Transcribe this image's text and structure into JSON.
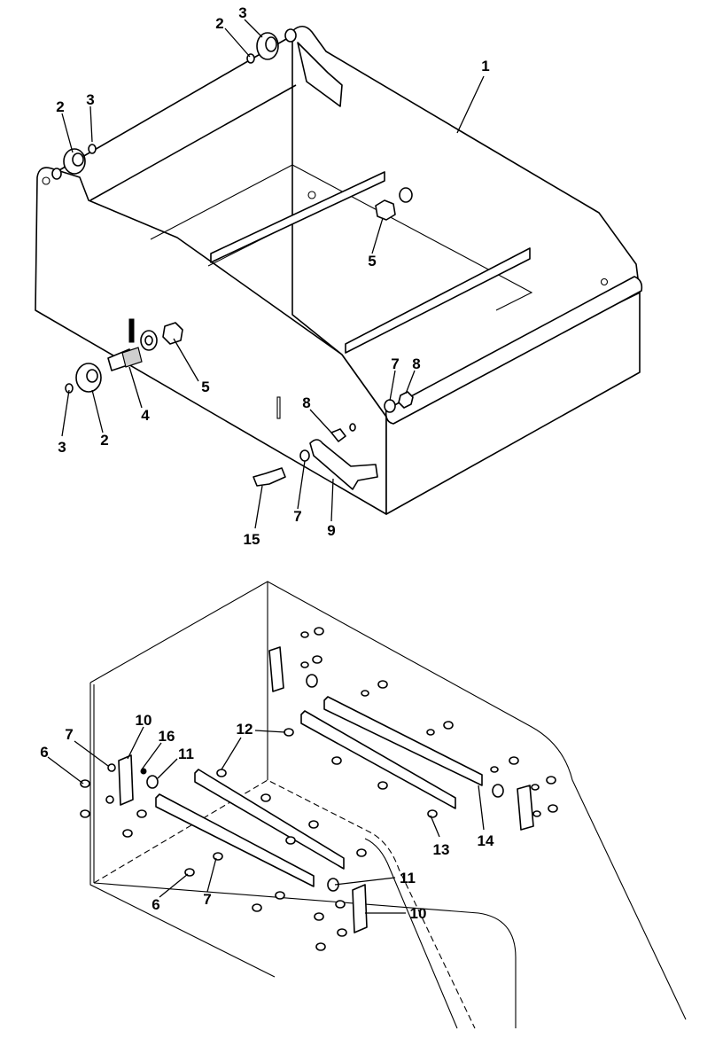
{
  "callouts": {
    "c1": "1",
    "c2a": "2",
    "c3a": "3",
    "c2b": "2",
    "c3b": "3",
    "c5a": "5",
    "c5b": "5",
    "c4": "4",
    "c3c": "3",
    "c2c": "2",
    "c7a": "7",
    "c8a": "8",
    "c8b": "8",
    "c15": "15",
    "c7b": "7",
    "c9": "9",
    "c10a": "10",
    "c7c": "7",
    "c16": "16",
    "c6a": "6",
    "c11a": "11",
    "c12": "12",
    "c13": "13",
    "c14": "14",
    "c11b": "11",
    "c10b": "10",
    "c6b": "6",
    "c7d": "7"
  }
}
